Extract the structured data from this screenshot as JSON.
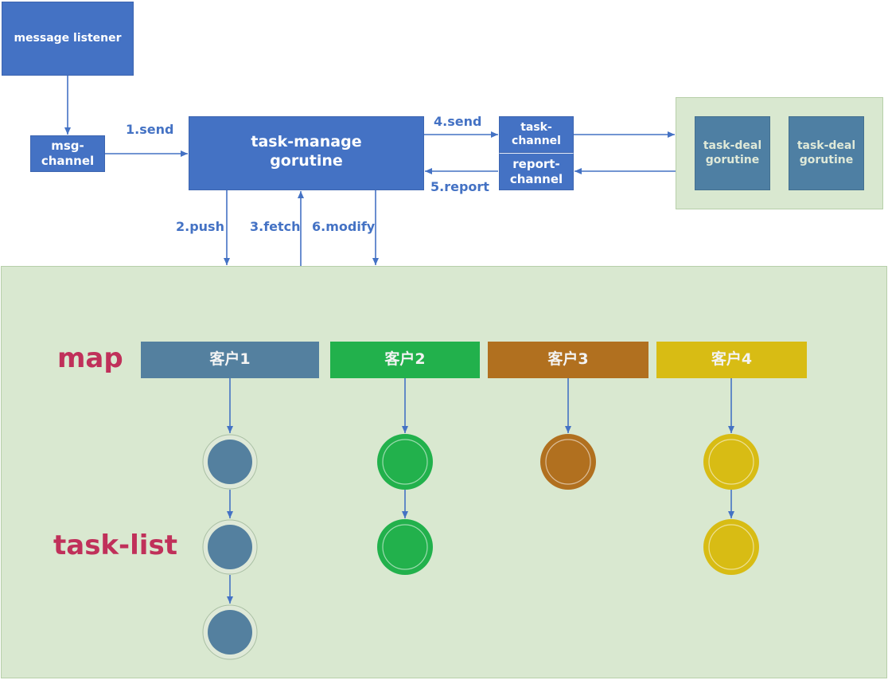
{
  "top": {
    "message_listener": "message listener",
    "msg_channel": "msg-\nchannel",
    "task_manage": "task-manage\ngorutine",
    "task_channel": "task-\nchannel",
    "report_channel": "report-\nchannel",
    "workers": [
      "task-deal\ngorutine",
      "task-deal\ngorutine"
    ]
  },
  "arrows": {
    "send1": "1.send",
    "push2": "2.push",
    "fetch3": "3.fetch",
    "send4": "4.send",
    "report5": "5.report",
    "modify6": "6.modify"
  },
  "store": {
    "map_label": "map",
    "task_list_label": "task-list",
    "customers": [
      {
        "name": "客户1",
        "color": "#54809f",
        "tasks": 3
      },
      {
        "name": "客户2",
        "color": "#22b14c",
        "tasks": 2
      },
      {
        "name": "客户3",
        "color": "#b1701f",
        "tasks": 1
      },
      {
        "name": "客户4",
        "color": "#d8bc14",
        "tasks": 2
      }
    ]
  }
}
